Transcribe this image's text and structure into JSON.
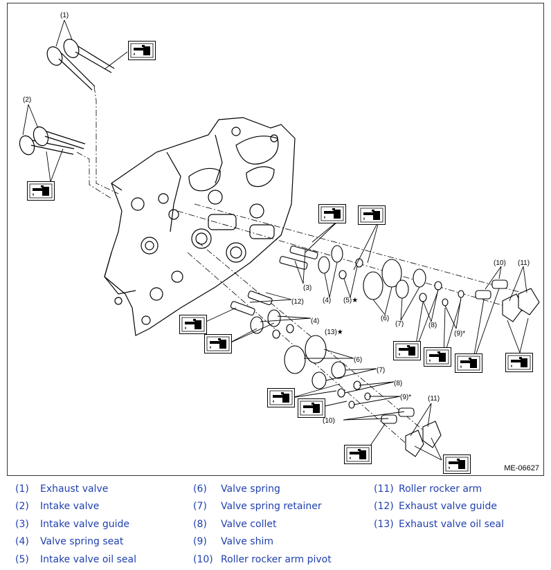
{
  "figure_code": "ME-06627",
  "callouts": {
    "c1": "(1)",
    "c2": "(2)",
    "c3": "(3)",
    "c4a": "(4)",
    "c4b": "(4)",
    "c5": "(5)★",
    "c6a": "(6)",
    "c6b": "(6)",
    "c7a": "(7)",
    "c7b": "(7)",
    "c8a": "(8)",
    "c8b": "(8)",
    "c9a": "(9)*",
    "c9b": "(9)*",
    "c10a": "(10)",
    "c10b": "(10)",
    "c11a": "(11)",
    "c11b": "(11)",
    "c12": "(12)",
    "c13": "(13)★"
  },
  "icons": {
    "oil_can": "oil-can-icon"
  },
  "legend": [
    {
      "num": "(1)",
      "label": "Exhaust valve"
    },
    {
      "num": "(2)",
      "label": "Intake valve"
    },
    {
      "num": "(3)",
      "label": "Intake valve guide"
    },
    {
      "num": "(4)",
      "label": "Valve spring seat"
    },
    {
      "num": "(5)",
      "label": "Intake valve oil seal"
    },
    {
      "num": "(6)",
      "label": "Valve spring"
    },
    {
      "num": "(7)",
      "label": "Valve spring retainer"
    },
    {
      "num": "(8)",
      "label": "Valve collet"
    },
    {
      "num": "(9)",
      "label": "Valve shim"
    },
    {
      "num": "(10)",
      "label": "Roller rocker arm pivot"
    },
    {
      "num": "(11)",
      "label": "Roller rocker arm"
    },
    {
      "num": "(12)",
      "label": "Exhaust valve guide"
    },
    {
      "num": "(13)",
      "label": "Exhaust valve oil seal"
    }
  ],
  "colors": {
    "legend_text": "#1f3fae",
    "line": "#000000"
  }
}
